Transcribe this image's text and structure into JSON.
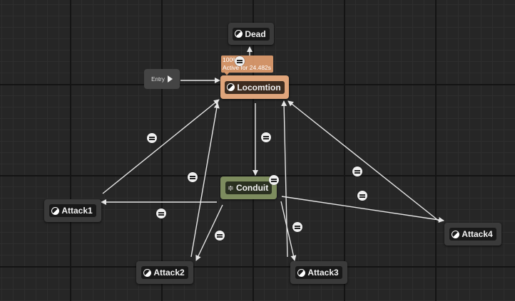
{
  "graph": {
    "entry_label": "Entry",
    "states": {
      "dead": "Dead",
      "locomotion": "Locomtion",
      "conduit": "Conduit",
      "attack1": "Attack1",
      "attack2": "Attack2",
      "attack3": "Attack3",
      "attack4": "Attack4"
    },
    "debug": {
      "weight": "100%",
      "active_time": "Active for 24.482s"
    },
    "colors": {
      "active_state": "#e0a57b",
      "conduit": "#7d8c5e",
      "state": "#3a3a3a",
      "wire": "#e6e6e6",
      "background": "#262626"
    },
    "icons": {
      "state": "state-half-circle-icon",
      "conduit": "conduit-icon",
      "transition": "transition-rule-icon",
      "entry": "entry-arrow-icon"
    }
  }
}
